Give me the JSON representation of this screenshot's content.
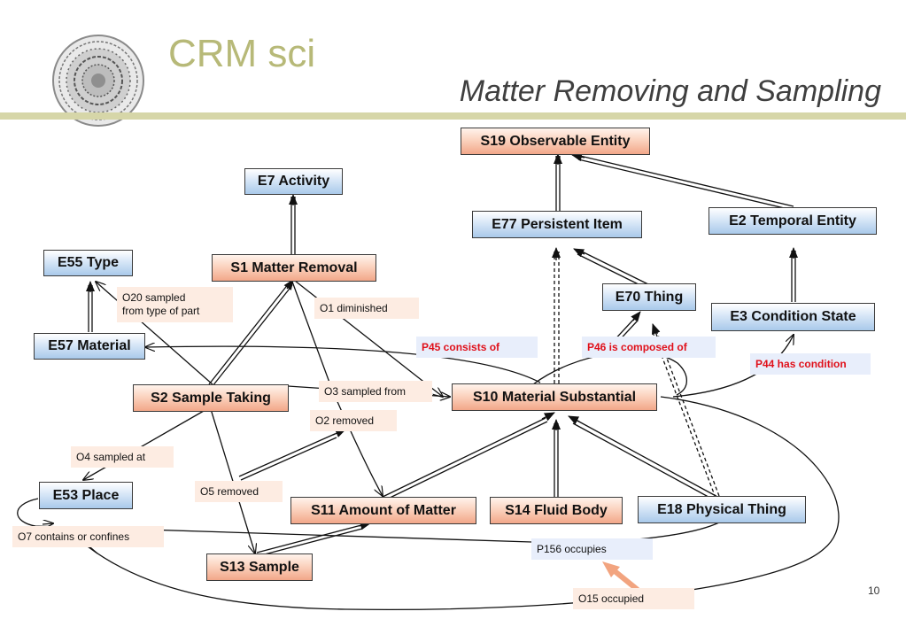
{
  "header": {
    "brand": "CRM sci",
    "title": "Matter Removing and Sampling"
  },
  "nodes": {
    "s19": "S19 Observable Entity",
    "e7": "E7 Activity",
    "e77": "E77 Persistent Item",
    "e2": "E2 Temporal Entity",
    "e55": "E55 Type",
    "s1": "S1 Matter Removal",
    "e70": "E70 Thing",
    "e3": "E3 Condition State",
    "e57": "E57 Material",
    "s2": "S2 Sample Taking",
    "s10": "S10 Material Substantial",
    "e53": "E53 Place",
    "s11": "S11 Amount of Matter",
    "s14": "S14 Fluid Body",
    "e18": "E18 Physical Thing",
    "s13": "S13 Sample"
  },
  "labels": {
    "o20": "O20 sampled\nfrom type of part",
    "o1": "O1 diminished",
    "p45": "P45  consists of",
    "p46": "P46  is composed of",
    "p44": "P44 has condition",
    "o3": "O3 sampled from",
    "o2": "O2 removed",
    "o4": "O4 sampled at",
    "o5": "O5 removed",
    "o7": "O7 contains or confines",
    "p156": "P156 occupies",
    "o15": "O15 occupied"
  },
  "colors": {
    "entity_fill": "#bcd5f0",
    "crmsci_fill": "#f6b79c",
    "label_bg": "#fdece2",
    "p_label_bg": "#e8eefb",
    "property_red": "#e0101a",
    "brand": "#b7b978",
    "accent_bar": "#d6d6a8"
  },
  "footer": {
    "page_number": "10"
  }
}
